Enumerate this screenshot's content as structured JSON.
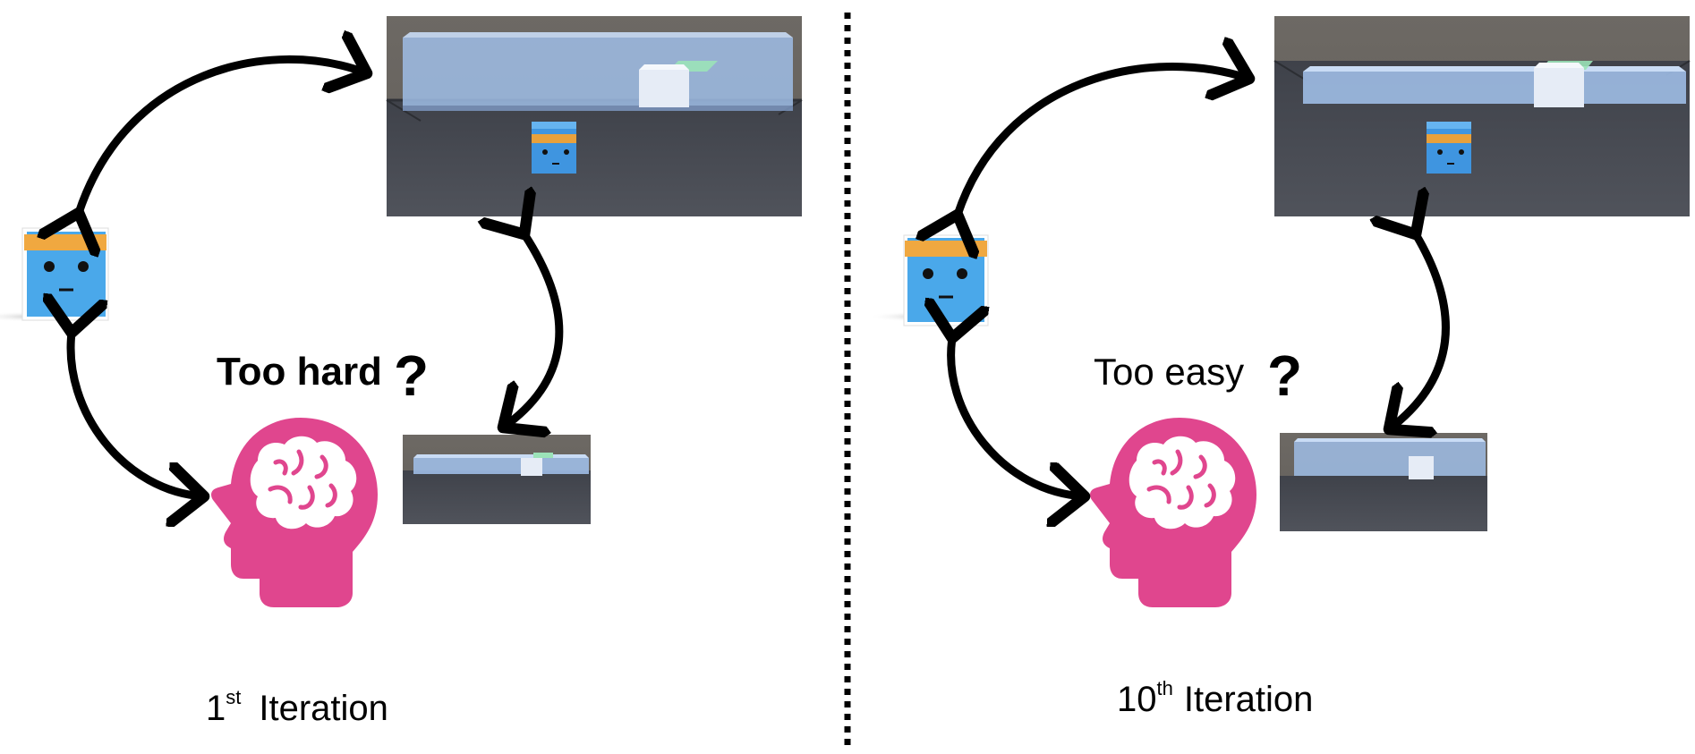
{
  "panels": [
    {
      "id": "left",
      "question_text": "Too hard",
      "question_mark": "?",
      "iteration_number": "1",
      "iteration_suffix": "st",
      "iteration_word": "Iteration"
    },
    {
      "id": "right",
      "question_text": "Too easy",
      "question_mark": "?",
      "iteration_number": "10",
      "iteration_suffix": "th",
      "iteration_word": "Iteration"
    }
  ],
  "colors": {
    "agent_body": "#4aa8ea",
    "agent_band": "#f0a840",
    "brain_head": "#e0468e",
    "arrow": "#000000",
    "scene_sky": "#6e6964",
    "scene_floor": "#4a4d55",
    "wall": "#9fc0ec",
    "target_box": "#e6ecf6",
    "goal_pad": "#9be3b8"
  },
  "icons": [
    "agent-cube-icon",
    "brain-head-icon",
    "cycle-arrow-icon",
    "environment-scene-icon",
    "divider-dotted-line"
  ]
}
